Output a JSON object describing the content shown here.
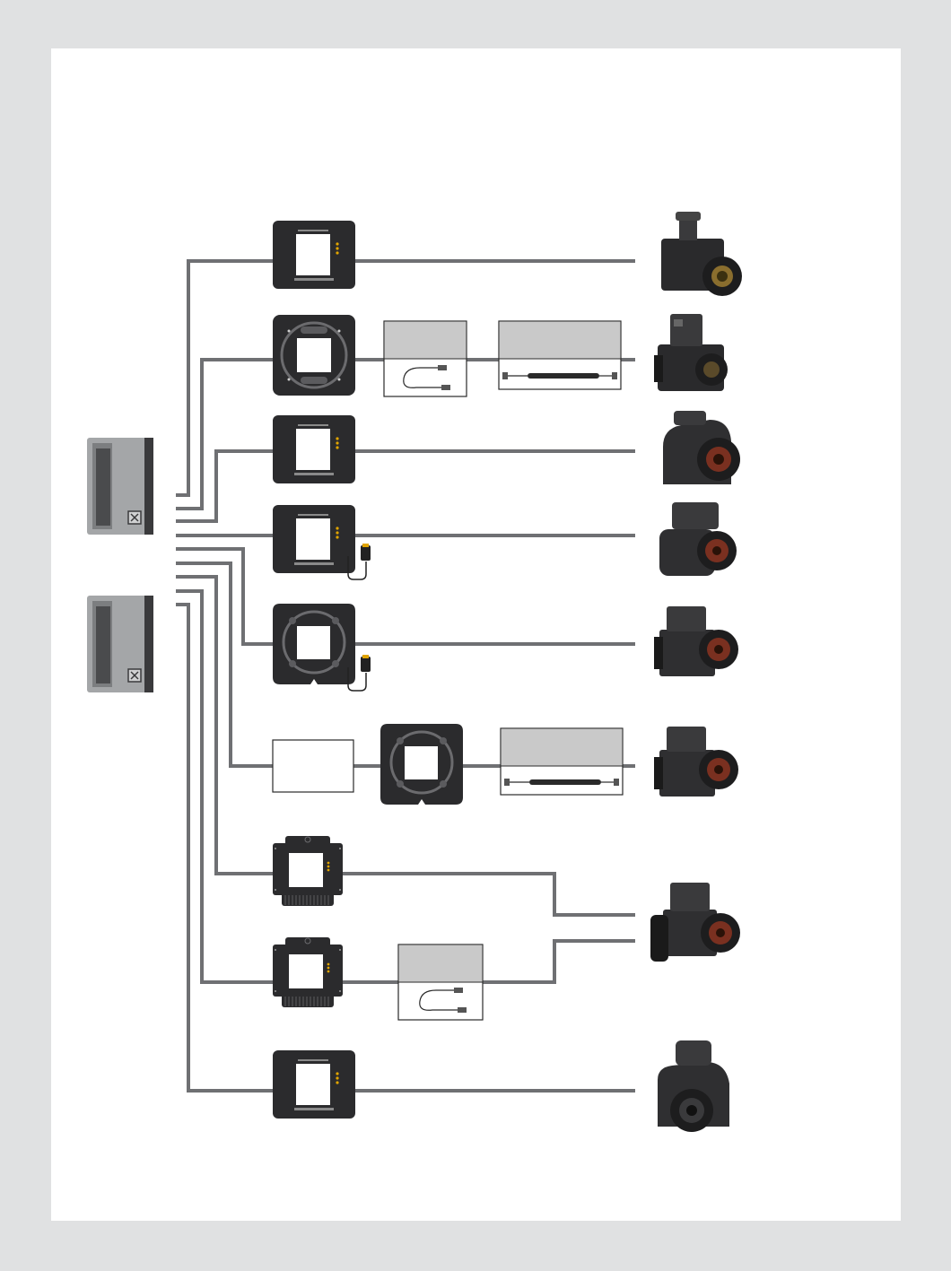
{
  "colors": {
    "page_background": "#e0e1e2",
    "sheet": "#ffffff",
    "connector_line": "#6f7073",
    "adapter_body": "#2b2b2d",
    "sensor_window": "#ffffff",
    "indicator_led": "#e0a400",
    "back_unit_body": "#9c9ea0",
    "back_unit_dark": "#3a3a3c",
    "cable_box_header": "#c9c9c9",
    "camera_body": "#2a2a2c"
  },
  "digital_backs": [
    {
      "id": "back-1",
      "icon": "digital-back-unit"
    },
    {
      "id": "back-2",
      "icon": "digital-back-unit"
    }
  ],
  "rows": [
    {
      "adapter": "square-plate-with-leds",
      "accessories": [],
      "camera": "camera-with-waist-level-viewfinder"
    },
    {
      "adapter": "round-bayonet-plate",
      "accessories": [
        "short-sync-cable",
        "coiled-sync-cable"
      ],
      "camera": "rangefinder-medium-format-camera"
    },
    {
      "adapter": "square-plate-with-leds",
      "accessories": [],
      "camera": "autofocus-medium-format-camera"
    },
    {
      "adapter": "square-plate-with-trigger-cable",
      "accessories": [],
      "camera": "medium-format-slr-with-prism"
    },
    {
      "adapter": "round-plate-with-trigger-cable",
      "accessories": [],
      "camera": "modular-medium-format-camera"
    },
    {
      "adapter": "blank-module",
      "accessories": [
        "round-bayonet-plate",
        "coiled-sync-cable"
      ],
      "camera": "modular-medium-format-camera"
    },
    {
      "adapter": "vented-plate",
      "accessories": [],
      "camera": "medium-format-camera-with-hand-grip"
    },
    {
      "adapter": "vented-plate",
      "accessories": [
        "short-sync-cable"
      ],
      "camera": "medium-format-camera-with-hand-grip"
    },
    {
      "adapter": "square-plate-with-leds",
      "accessories": [],
      "camera": "autofocus-camera-with-prism-finder"
    }
  ]
}
